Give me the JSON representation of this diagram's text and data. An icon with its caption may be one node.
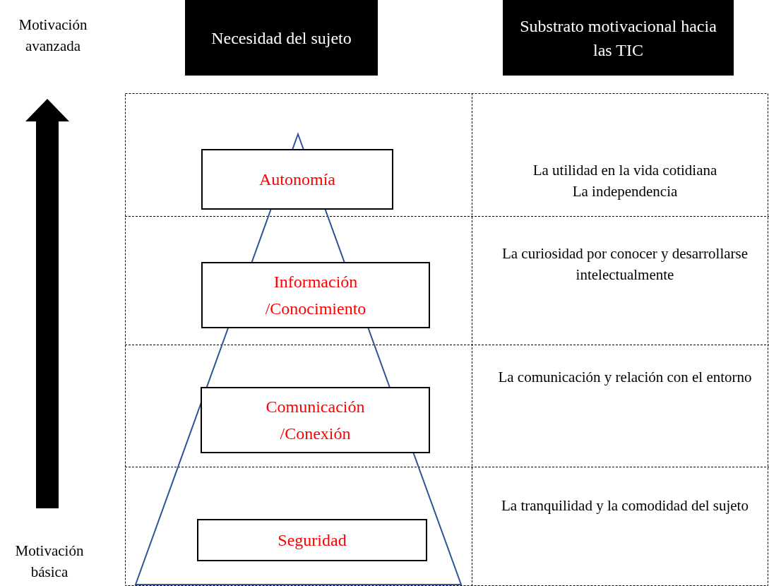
{
  "diagram": {
    "nodes": [
      {
        "text": [
          "Necesidad del sujeto"
        ]
      },
      {
        "text": [
          "Substrato motivacional hacia las TIC"
        ]
      },
      {
        "text": [
          "Autonomía"
        ]
      },
      {
        "text": [
          "Información /Conocimiento"
        ]
      },
      {
        "text": [
          "Comunicación /Conexión"
        ]
      },
      {
        "text": [
          "Seguridad"
        ]
      }
    ],
    "edges": [],
    "labels": [
      "Motivación avanzada",
      "Motivación básica",
      "La utilidad en la vida cotidiana",
      "La independencia",
      "La curiosidad por conocer y desarrollarse intelectualmente",
      "La comunicación y relación con el entorno",
      "La tranquilidad y la comodidad del sujeto"
    ]
  }
}
